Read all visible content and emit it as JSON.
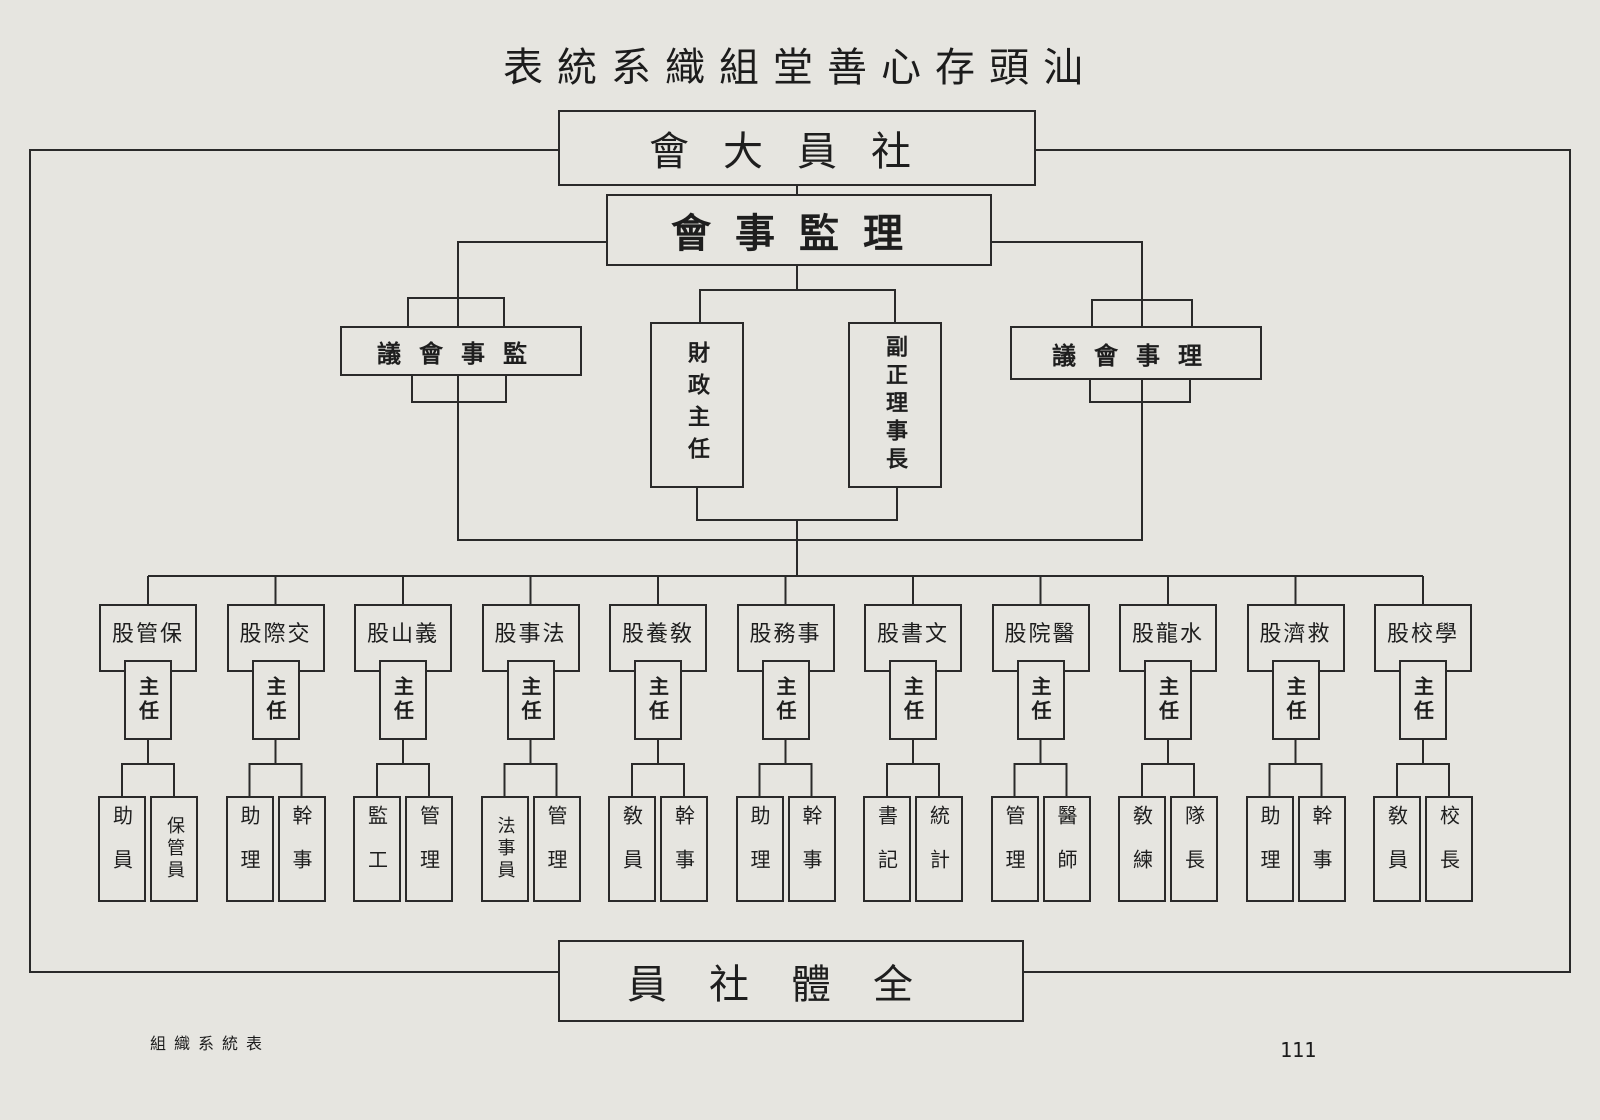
{
  "title": "表統系織組堂善心存頭汕",
  "general_assembly": "會大員社",
  "board": "會事監理",
  "supervisors": "議會事監",
  "finance": "財政主任",
  "chairman": "副正理事長",
  "directors": "議會事理",
  "departments": [
    {
      "name": "股管保",
      "head": "主任",
      "staff": [
        "助員",
        "保管員"
      ]
    },
    {
      "name": "股際交",
      "head": "主任",
      "staff": [
        "助理",
        "幹事"
      ]
    },
    {
      "name": "股山義",
      "head": "主任",
      "staff": [
        "監工",
        "管理"
      ]
    },
    {
      "name": "股事法",
      "head": "主任",
      "staff": [
        "法事員",
        "管理"
      ]
    },
    {
      "name": "股養敎",
      "head": "主任",
      "staff": [
        "敎員",
        "幹事"
      ]
    },
    {
      "name": "股務事",
      "head": "主任",
      "staff": [
        "助理",
        "幹事"
      ]
    },
    {
      "name": "股書文",
      "head": "主任",
      "staff": [
        "書記",
        "統計"
      ]
    },
    {
      "name": "股院醫",
      "head": "主任",
      "staff": [
        "管理",
        "醫師"
      ]
    },
    {
      "name": "股龍水",
      "head": "主任",
      "staff": [
        "敎練",
        "隊長"
      ]
    },
    {
      "name": "股濟救",
      "head": "主任",
      "staff": [
        "助理",
        "幹事"
      ]
    },
    {
      "name": "股校學",
      "head": "主任",
      "staff": [
        "敎員",
        "校長"
      ]
    }
  ],
  "all_members": "員社體全",
  "footer_left": "組織系統表",
  "page_number": "111"
}
